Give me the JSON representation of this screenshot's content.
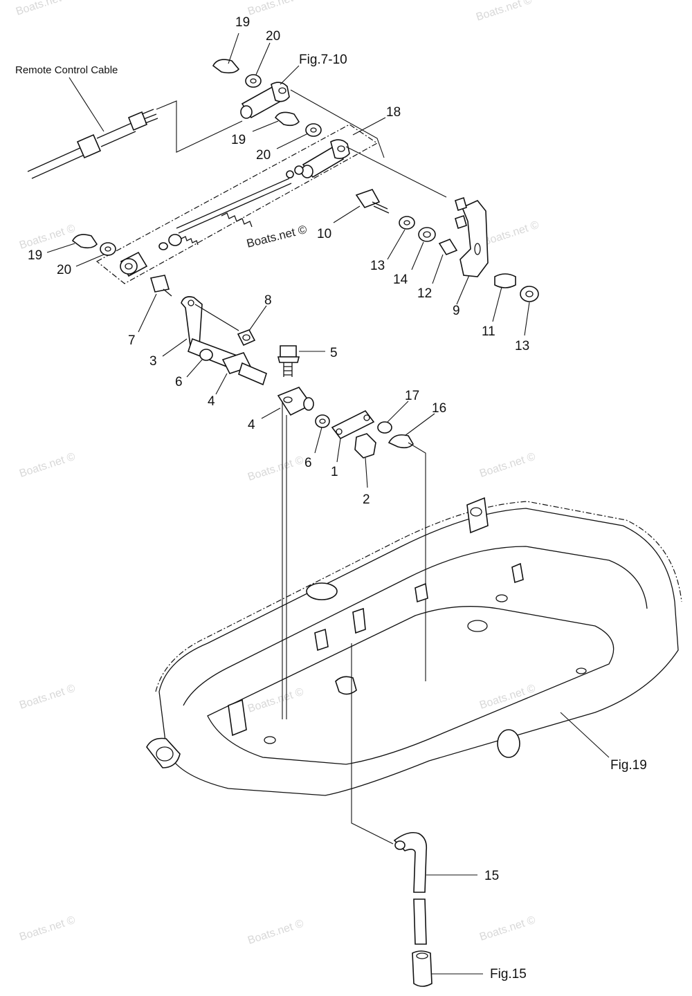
{
  "diagram": {
    "caption_remote_cable": "Remote Control Cable",
    "ref_fig_7_10": "Fig.7-10",
    "ref_fig_19": "Fig.19",
    "ref_fig_15": "Fig.15",
    "watermark": "Boats.net ©",
    "callouts": [
      "19",
      "20",
      "19",
      "20",
      "18",
      "10",
      "13",
      "14",
      "12",
      "9",
      "11",
      "13",
      "19",
      "20",
      "7",
      "8",
      "3",
      "6",
      "4",
      "5",
      "4",
      "6",
      "1",
      "2",
      "17",
      "16",
      "15"
    ]
  },
  "colors": {
    "ink": "#111111",
    "watermark": "#d8d8d8",
    "background": "#ffffff"
  }
}
